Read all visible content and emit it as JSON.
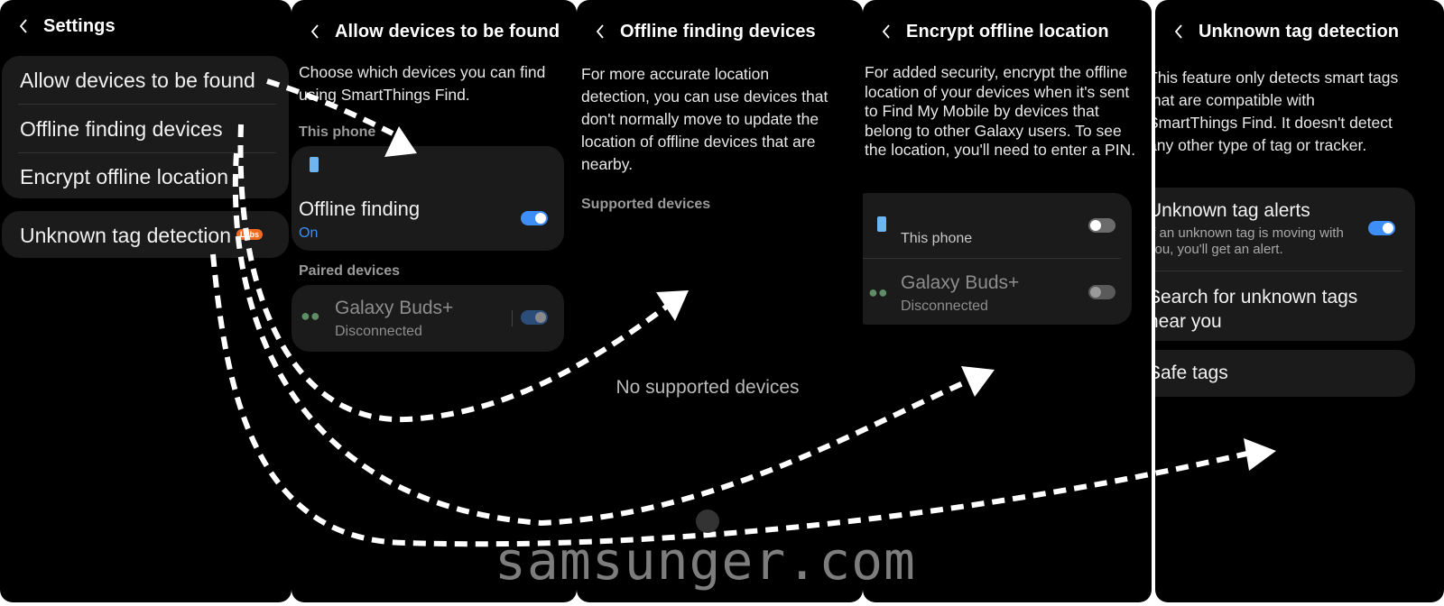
{
  "panels": {
    "settings": {
      "title": "Settings",
      "items": [
        "Allow devices to be found",
        "Offline finding devices",
        "Encrypt offline location"
      ],
      "unknown_tag": "Unknown tag detection",
      "badge": "Labs"
    },
    "allow": {
      "title": "Allow devices to be found",
      "description": "Choose which devices you can find using SmartThings Find.",
      "section_this_phone": "This phone",
      "offline_finding_label": "Offline finding",
      "offline_finding_state": "On",
      "section_paired": "Paired devices",
      "buds_name": "Galaxy Buds+",
      "buds_status": "Disconnected"
    },
    "offline": {
      "title": "Offline finding devices",
      "description": "For more accurate location detection, you can use devices that don't normally move to update the location of offline devices that are nearby.",
      "section_supported": "Supported devices",
      "empty_text": "No supported devices"
    },
    "encrypt": {
      "title": "Encrypt offline location",
      "description": "For added security, encrypt the offline location of your devices when it's sent to Find My Mobile by devices that belong to other Galaxy users. To see the location, you'll need to enter a PIN.",
      "phone_label": "This phone",
      "buds_name": "Galaxy Buds+",
      "buds_status": "Disconnected"
    },
    "unknown": {
      "title": "Unknown tag detection",
      "description": "This feature only detects smart tags that are compatible with SmartThings Find. It doesn't detect any other type of tag or tracker.",
      "alerts_title": "Unknown tag alerts",
      "alerts_desc": "If an unknown tag is moving with you, you'll get an alert.",
      "search_label": "Search for unknown tags near you",
      "safe_tags": "Safe tags"
    }
  },
  "watermark": "samsunger.com",
  "colors": {
    "toggle_on": "#3e8ef7",
    "labs_badge": "#f26a21",
    "card": "#1b1b1b"
  }
}
